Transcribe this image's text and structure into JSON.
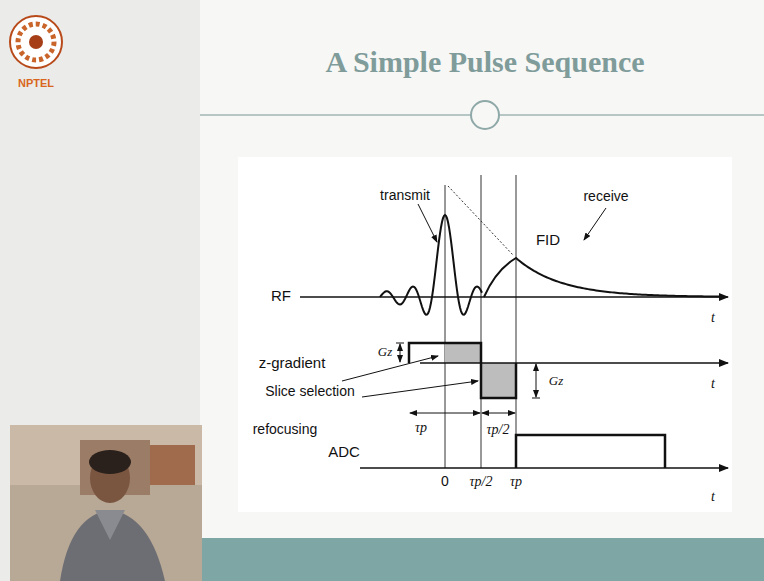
{
  "diagram": {
    "title": "A Simple Pulse Sequence",
    "labels": [
      "NPTEL",
      "transmit",
      "receive",
      "RF",
      "FID",
      "t",
      "z-gradient",
      "Gz",
      "Gz",
      "t",
      "Slice selection",
      "τp",
      "τp/2",
      "refocusing",
      "ADC",
      "t",
      "0",
      "τp/2",
      "τp"
    ]
  }
}
